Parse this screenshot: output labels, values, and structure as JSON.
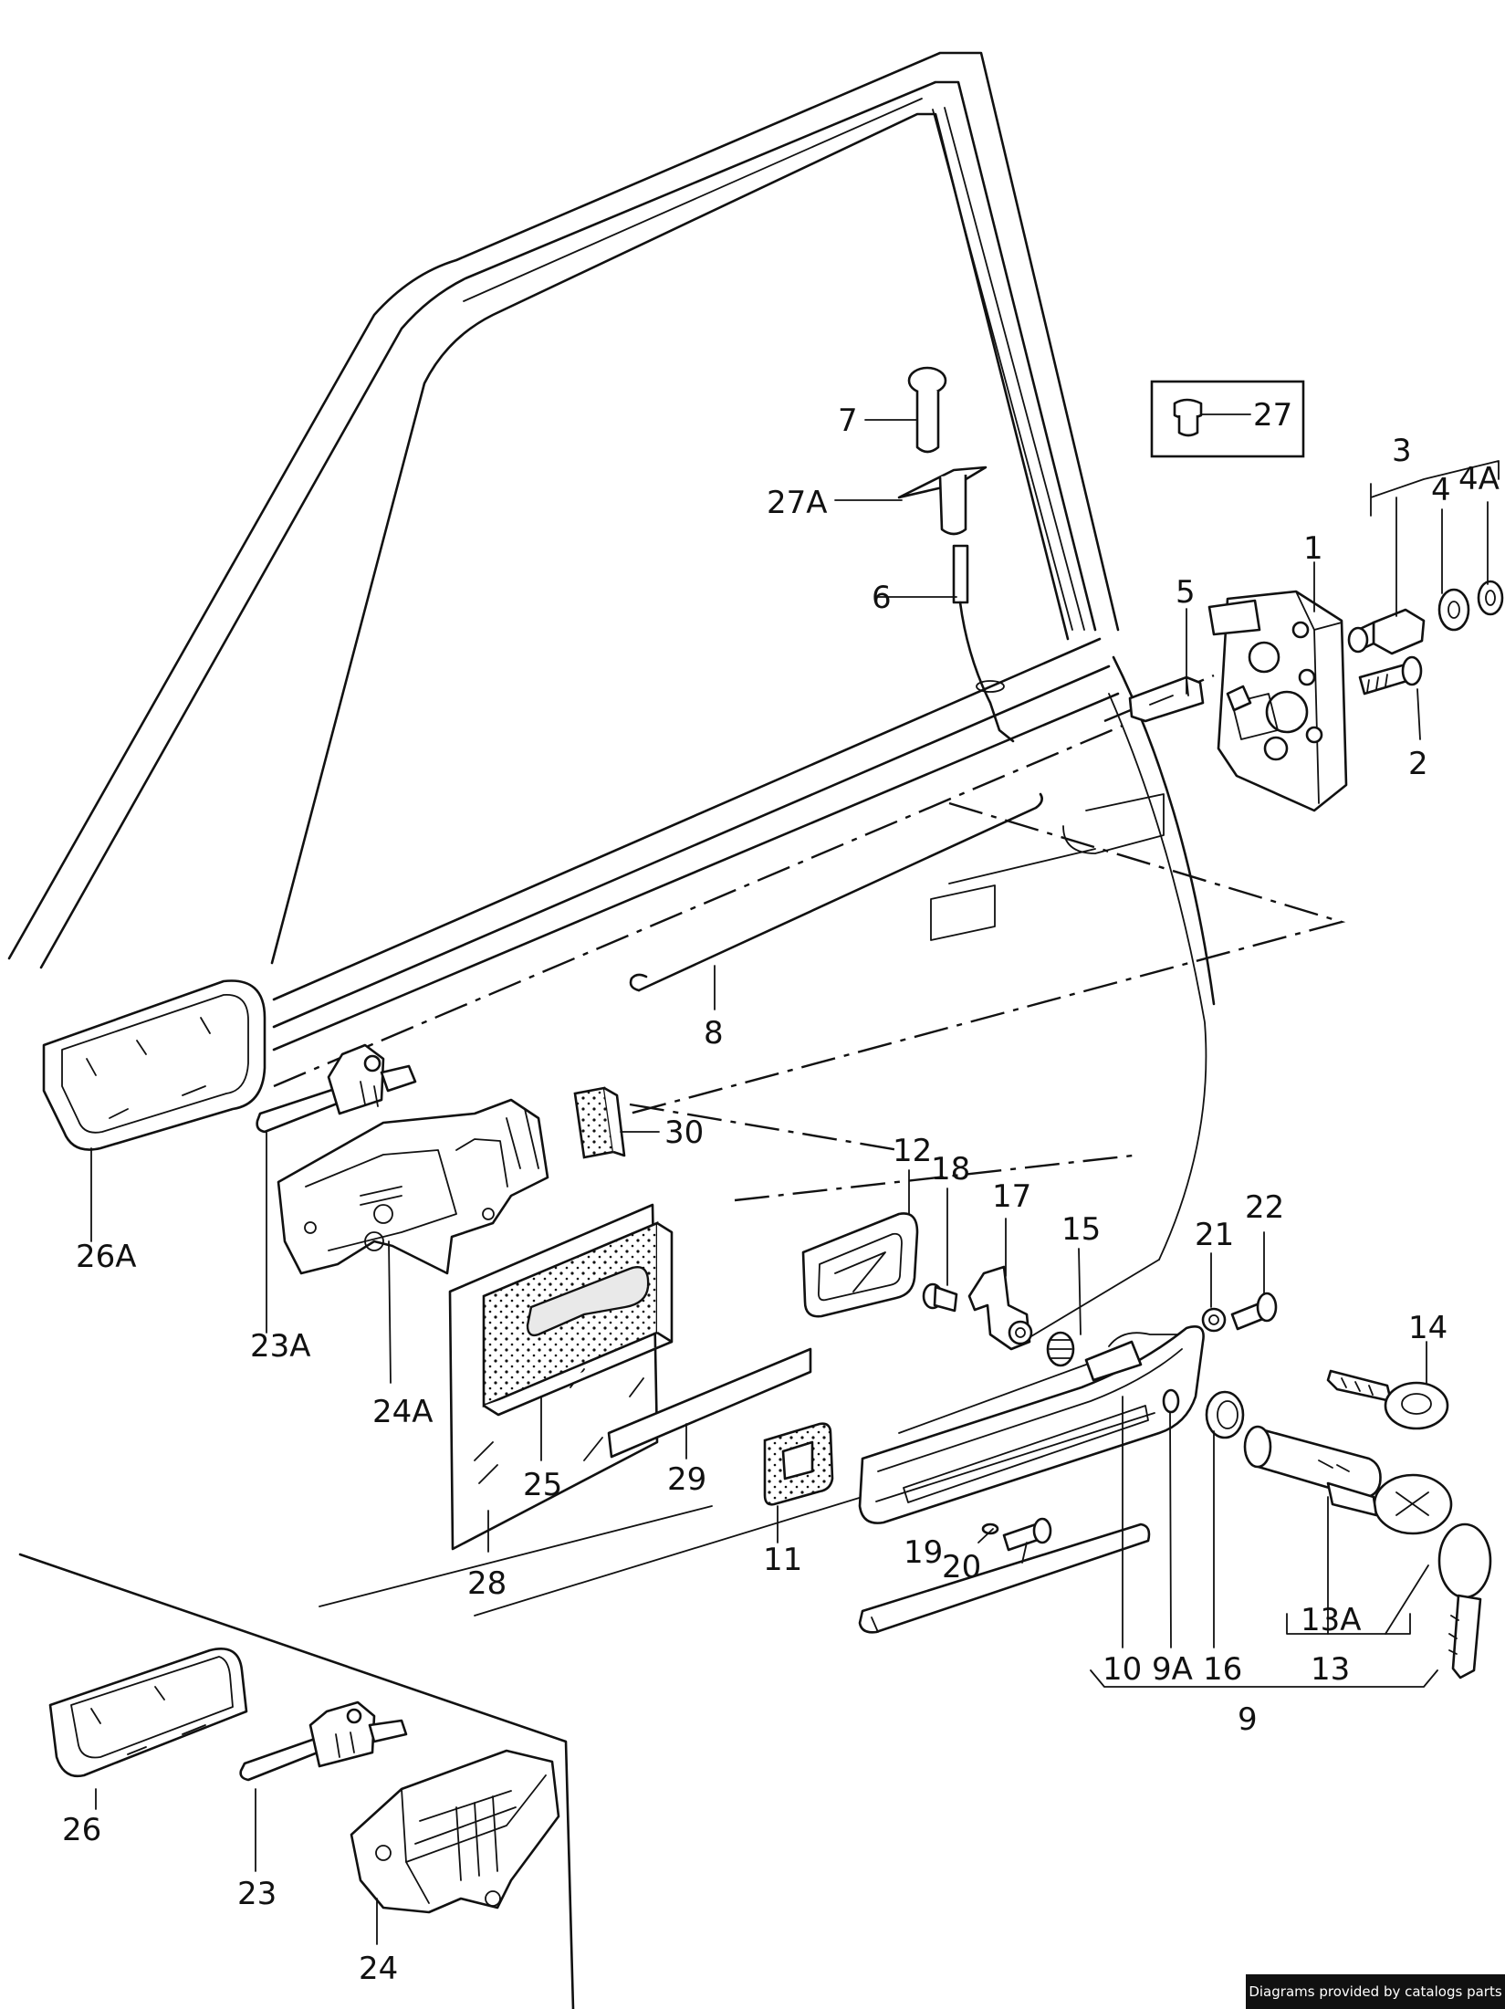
{
  "labels": {
    "l1": "1",
    "l2": "2",
    "l3": "3",
    "l4": "4",
    "l4a": "4A",
    "l5": "5",
    "l6": "6",
    "l7": "7",
    "l8": "8",
    "l9": "9",
    "l9a": "9A",
    "l10": "10",
    "l11": "11",
    "l12": "12",
    "l13": "13",
    "l13a": "13A",
    "l14": "14",
    "l15": "15",
    "l16": "16",
    "l17": "17",
    "l18": "18",
    "l19": "19",
    "l20": "20",
    "l21": "21",
    "l22": "22",
    "l23": "23",
    "l23a": "23A",
    "l24": "24",
    "l24a": "24A",
    "l25": "25",
    "l26": "26",
    "l26a": "26A",
    "l27": "27",
    "l27a": "27A",
    "l28": "28",
    "l29": "29",
    "l30": "30"
  },
  "credit": "Diagrams provided by catalogs parts"
}
